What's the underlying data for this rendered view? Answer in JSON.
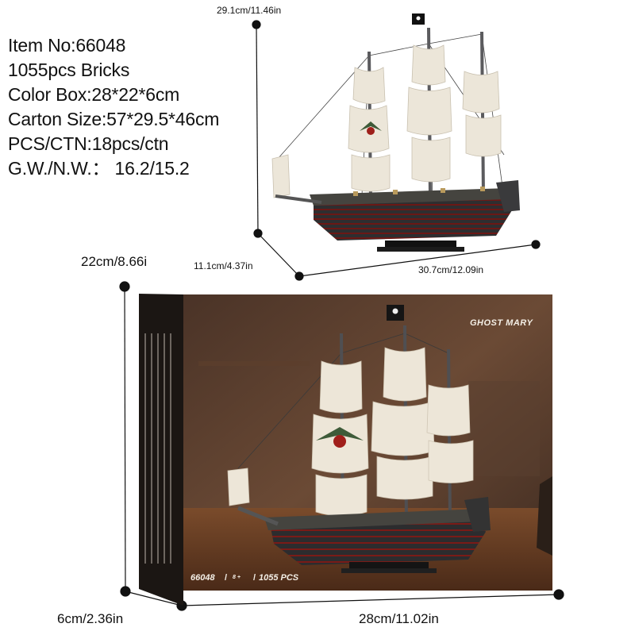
{
  "specs": {
    "item_no": "Item No:66048",
    "pieces": "1055pcs Bricks",
    "color_box": "Color Box:28*22*6cm",
    "carton_size": "Carton Size:57*29.5*46cm",
    "pcs_ctn": "PCS/CTN:18pcs/ctn",
    "weight": "G.W./N.W.：  16.2/15.2"
  },
  "model_dimensions": {
    "height": "29.1cm/11.46in",
    "depth": "11.1cm/4.37in",
    "length": "30.7cm/12.09in"
  },
  "box_dimensions": {
    "height": "22cm/8.66i",
    "depth": "6cm/2.36in",
    "width": "28cm/11.02in"
  },
  "box_print": {
    "title": "GHOST MARY",
    "item_code": "66048",
    "age": "8 + ",
    "pieces": "1055 PCS"
  },
  "colors": {
    "hull": "#2b2b2d",
    "sail": "#ede6d8",
    "box_front": "#4a3226",
    "box_side": "#1c1714",
    "accent_red": "#8a1a16"
  }
}
